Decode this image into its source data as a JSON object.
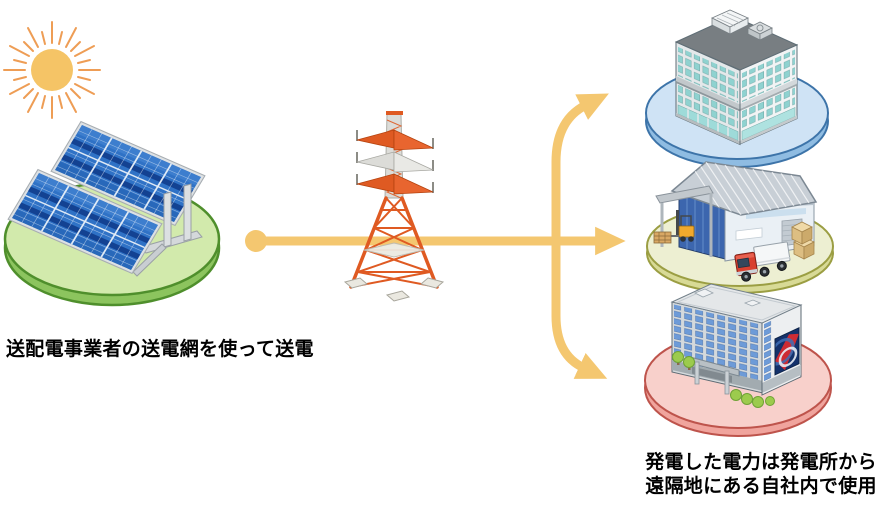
{
  "captions": {
    "left": "送配電事業者の送電網を使って送電",
    "right_line1": "発電した電力は発電所から",
    "right_line2": "遠隔地にある自社内で使用"
  },
  "icons": [
    "sun-icon",
    "solar-panel-icon",
    "transmission-tower-icon",
    "office-building-icon",
    "warehouse-icon",
    "company-building-icon",
    "power-flow-arrow"
  ],
  "colors": {
    "arrow_yellow": "#F4C770",
    "sun_yellow": "#F5C466",
    "sun_ray_orange": "#EE9D55",
    "panel_blue": "#2F72C6",
    "tower_orange": "#DF5A22",
    "platform_green": "#D2EAAC",
    "platform_blue": "#CFE3F5",
    "platform_olive": "#EDEFD2",
    "platform_pink": "#F8D0CB"
  }
}
